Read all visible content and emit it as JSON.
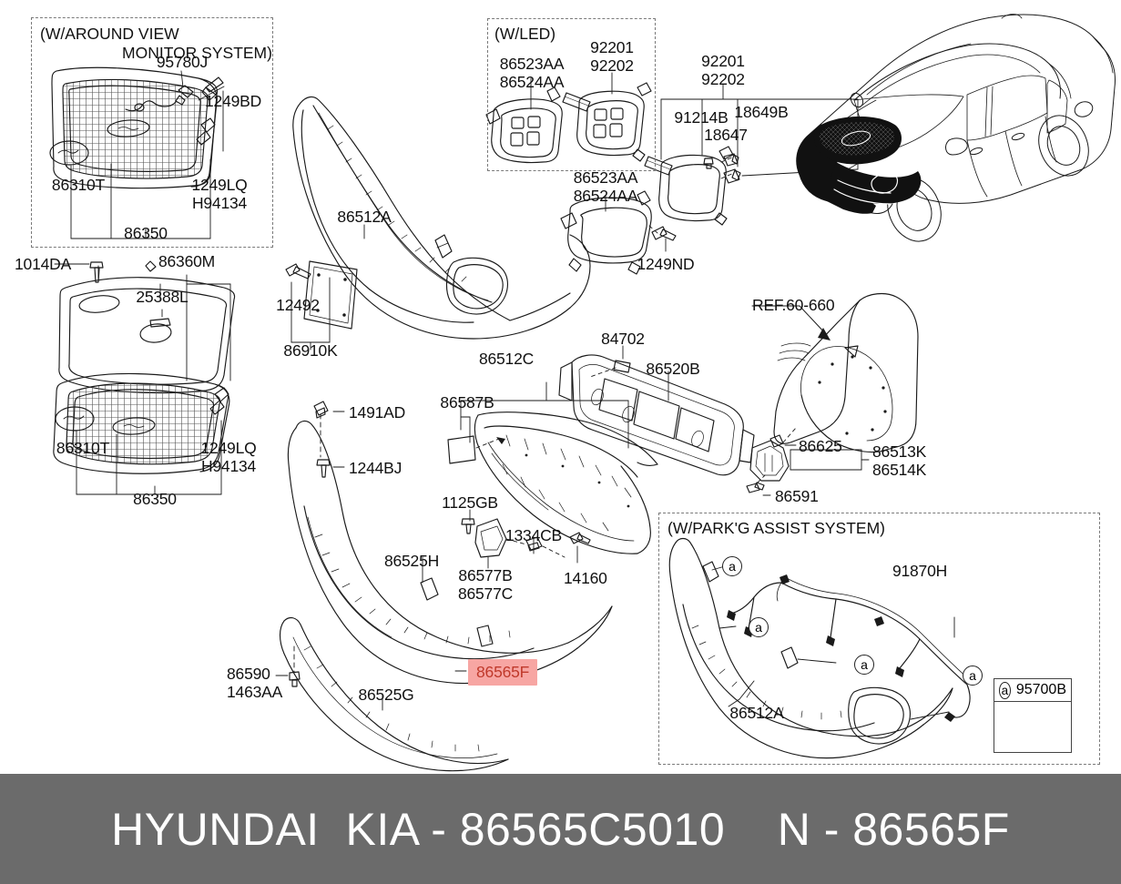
{
  "footer": {
    "brand": "HYUNDAI  KIA",
    "dash1": "-",
    "part_number": "86565C5010",
    "suffix_prefix": "N",
    "dash2": "-",
    "suffix_code": "86565F",
    "full_text": "HYUNDAI  KIA - 86565C5010    N - 86565F",
    "background_color": "#6b6b6b",
    "text_color": "#ffffff"
  },
  "highlight": {
    "code": "86565F",
    "background_color": "#f7a6a3",
    "text_color": "#c0392b"
  },
  "panels": {
    "around_view": {
      "title_line1": "(W/AROUND VIEW",
      "title_line2": "MONITOR SYSTEM)"
    },
    "led": {
      "title": "(W/LED)"
    },
    "parking_assist": {
      "title": "(W/PARK'G ASSIST SYSTEM)"
    }
  },
  "legend": {
    "marker": "a",
    "code": "95700B",
    "icon": "parking-sensor-icon"
  },
  "callout_markers": [
    {
      "marker": "a"
    },
    {
      "marker": "a"
    },
    {
      "marker": "a"
    },
    {
      "marker": "a"
    }
  ],
  "labels": [
    {
      "id": "95780J",
      "text": "95780J"
    },
    {
      "id": "1249BD",
      "text": "1249BD"
    },
    {
      "id": "86310T_top",
      "text": "86310T"
    },
    {
      "id": "1249LQ_H94134_top",
      "text": "1249LQ\nH94134"
    },
    {
      "id": "86350_top",
      "text": "86350"
    },
    {
      "id": "1014DA",
      "text": "1014DA"
    },
    {
      "id": "86360M",
      "text": "86360M"
    },
    {
      "id": "25388L",
      "text": "25388L"
    },
    {
      "id": "86310T_bot",
      "text": "86310T"
    },
    {
      "id": "1249LQ_H94134_bot",
      "text": "1249LQ\nH94134"
    },
    {
      "id": "86350_bot",
      "text": "86350"
    },
    {
      "id": "86512A_top",
      "text": "86512A"
    },
    {
      "id": "12492",
      "text": "12492"
    },
    {
      "id": "86910K",
      "text": "86910K"
    },
    {
      "id": "86523AA_86524AA_led",
      "text": "86523AA\n86524AA"
    },
    {
      "id": "92201_92202_led",
      "text": "92201\n92202"
    },
    {
      "id": "92201_92202_main",
      "text": "92201\n92202"
    },
    {
      "id": "91214B",
      "text": "91214B"
    },
    {
      "id": "18647",
      "text": "18647"
    },
    {
      "id": "18649B",
      "text": "18649B"
    },
    {
      "id": "86523AA_86524AA_main",
      "text": "86523AA\n86524AA"
    },
    {
      "id": "1249ND",
      "text": "1249ND"
    },
    {
      "id": "1491AD",
      "text": "1491AD"
    },
    {
      "id": "1244BJ",
      "text": "1244BJ"
    },
    {
      "id": "86512C",
      "text": "86512C"
    },
    {
      "id": "86587B",
      "text": "86587B"
    },
    {
      "id": "86525H",
      "text": "86525H"
    },
    {
      "id": "1125GB",
      "text": "1125GB"
    },
    {
      "id": "1334CB",
      "text": "1334CB"
    },
    {
      "id": "86577B_86577C",
      "text": "86577B\n86577C"
    },
    {
      "id": "14160",
      "text": "14160"
    },
    {
      "id": "86590_1463AA",
      "text": "86590\n1463AA"
    },
    {
      "id": "86525G",
      "text": "86525G"
    },
    {
      "id": "84702",
      "text": "84702"
    },
    {
      "id": "86520B",
      "text": "86520B"
    },
    {
      "id": "REF_60_660",
      "text": "REF.60-660"
    },
    {
      "id": "86625",
      "text": "86625"
    },
    {
      "id": "86513K_86514K",
      "text": "86513K\n86514K"
    },
    {
      "id": "86591",
      "text": "86591"
    },
    {
      "id": "91870H",
      "text": "91870H"
    },
    {
      "id": "86512A_pa",
      "text": "86512A"
    }
  ]
}
